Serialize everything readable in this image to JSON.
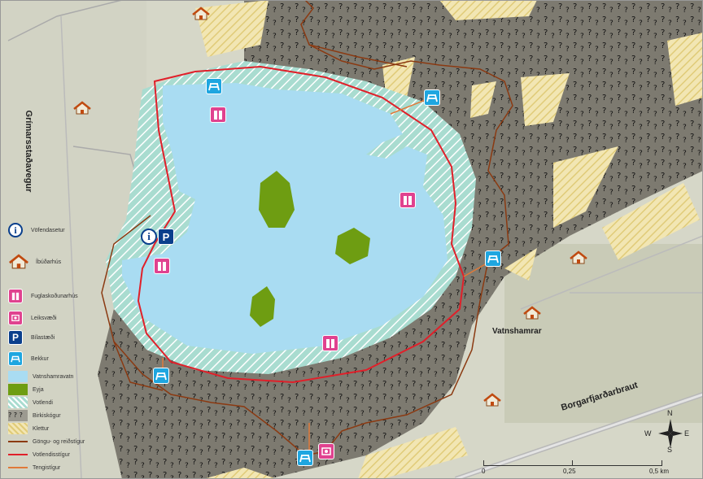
{
  "labels": {
    "road_west": "Grímarsstaðavegur",
    "road_south": "Borgarfjarðarbraut",
    "farm": "Vatnshamrar"
  },
  "legend": [
    {
      "key": "info",
      "label": "Vöfendasetur"
    },
    {
      "key": "house",
      "label": "Íbúðarhús"
    },
    {
      "key": "bird",
      "label": "Fuglaskoðunarhús"
    },
    {
      "key": "play",
      "label": "Leiksvæði"
    },
    {
      "key": "park",
      "label": "Bílastæði"
    },
    {
      "key": "bench",
      "label": "Bekkur"
    },
    {
      "key": "lake",
      "label": "Vatnshamravatn"
    },
    {
      "key": "island",
      "label": "Eyja"
    },
    {
      "key": "wetland",
      "label": "Votlendi"
    },
    {
      "key": "birch",
      "label": "Birkiskógur"
    },
    {
      "key": "cliff",
      "label": "Klettur"
    },
    {
      "key": "trail",
      "label": "Göngu- og reiðstígur"
    },
    {
      "key": "wetpath",
      "label": "Votlendisstígur"
    },
    {
      "key": "link",
      "label": "Tengistígur"
    }
  ],
  "scale": {
    "ticks": [
      "0",
      "0,25",
      "0,5 km"
    ]
  },
  "compass": {
    "n": "N",
    "s": "S",
    "e": "E",
    "w": "W"
  },
  "colors": {
    "lake": "#a9dcf2",
    "wetland": "#a9dcd0",
    "island": "#6e9d12",
    "trail": "#8b3a12",
    "wetpath": "#e0202a",
    "link": "#e07a3a",
    "bench": "#1ea6e0",
    "bird": "#e0428f",
    "park": "#0a3f8c"
  },
  "icons": {
    "info": "info-icon",
    "park": "parking-icon",
    "bench": "bench-icon",
    "bird": "bird-hide-icon",
    "play": "playground-icon",
    "house": "house-icon"
  }
}
